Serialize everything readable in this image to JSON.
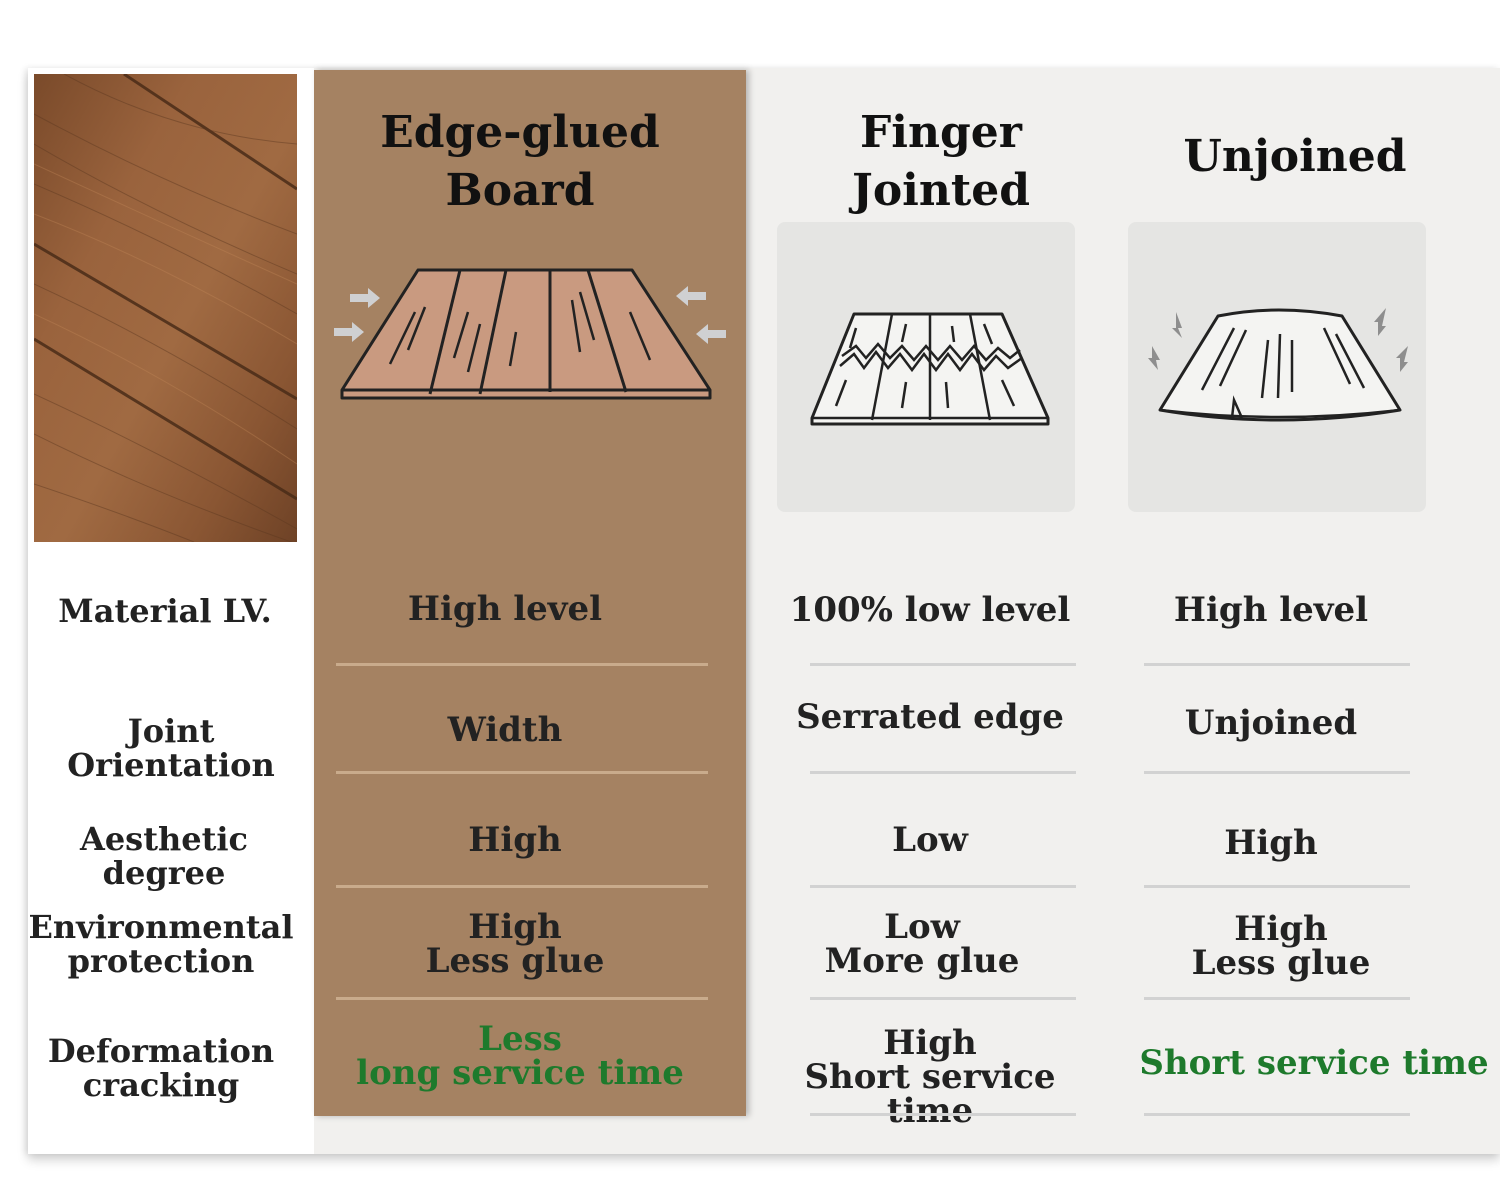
{
  "colors": {
    "edge_column": "#a58262",
    "panel": "#f1f0ee",
    "accent_green": "#1e7a2c"
  },
  "columns": [
    {
      "title": "Edge-glued\nBoard"
    },
    {
      "title": "Finger Jointed\nBoard"
    },
    {
      "title": "Unjoined"
    }
  ],
  "rows": [
    {
      "label": [
        "Material LV."
      ],
      "cells": [
        [
          "High level"
        ],
        [
          "100%  low level"
        ],
        [
          "High level"
        ]
      ]
    },
    {
      "label": [
        "Joint Orientation"
      ],
      "cells": [
        [
          "Width"
        ],
        [
          "Serrated edge"
        ],
        [
          "Unjoined"
        ]
      ]
    },
    {
      "label": [
        "Aesthetic degree"
      ],
      "cells": [
        [
          "High"
        ],
        [
          "Low"
        ],
        [
          "High"
        ]
      ]
    },
    {
      "label": [
        "Environmental",
        "protection"
      ],
      "cells": [
        [
          "High",
          "Less glue"
        ],
        [
          "Low",
          "More glue"
        ],
        [
          "High",
          "Less glue"
        ]
      ]
    },
    {
      "label": [
        "Deformation",
        "cracking"
      ],
      "cells": [
        [
          "Less",
          "long service time"
        ],
        [
          "High",
          "Short service time"
        ],
        [
          "Short service time"
        ]
      ]
    }
  ],
  "icons": [
    "wood-texture-image",
    "edge-glued-board-icon",
    "finger-jointed-board-icon",
    "unjoined-board-icon"
  ]
}
